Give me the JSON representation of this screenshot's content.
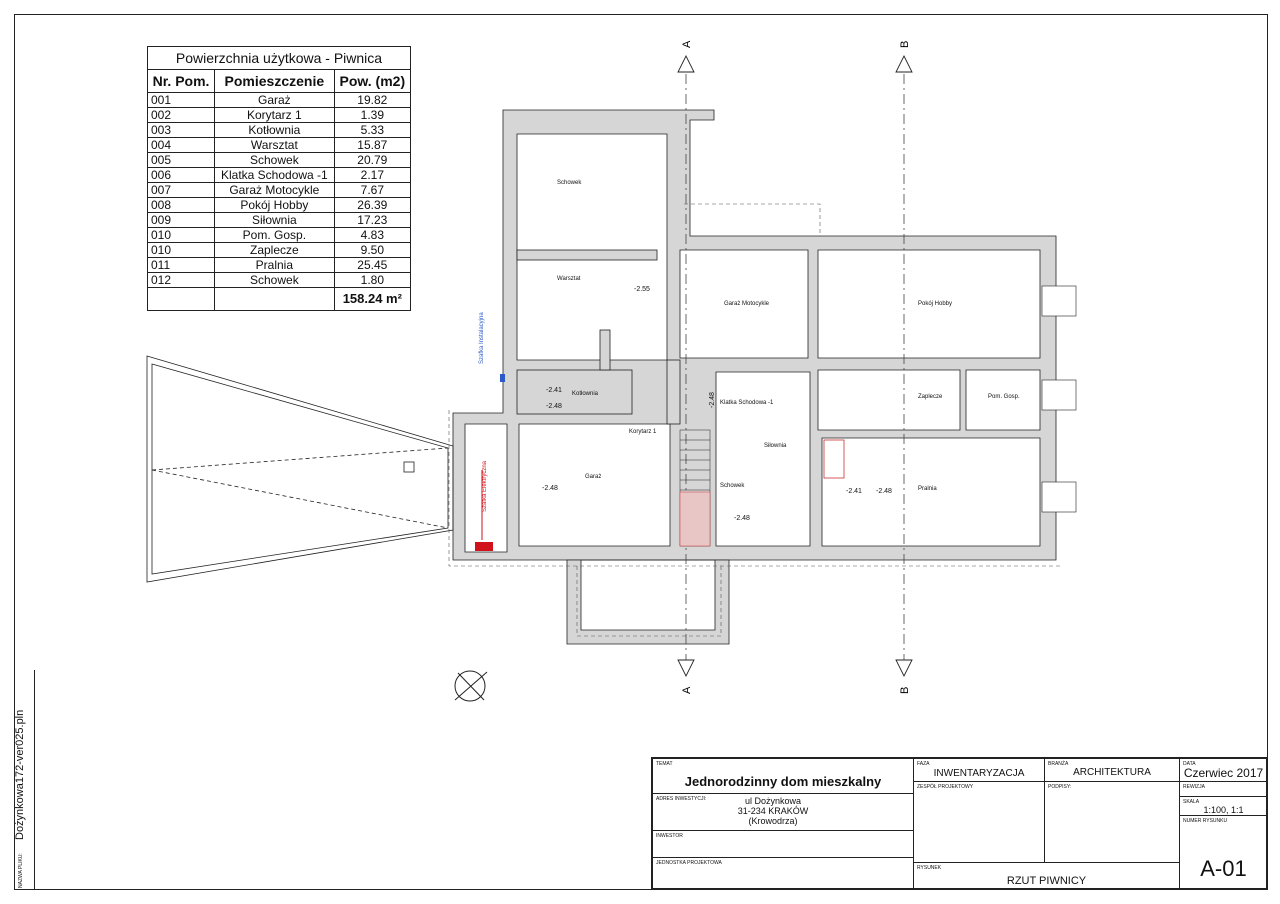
{
  "table": {
    "caption": "Powierzchnia użytkowa - Piwnica",
    "headers": [
      "Nr. Pom.",
      "Pomieszczenie",
      "Pow. (m2)"
    ],
    "rows": [
      [
        "001",
        "Garaż",
        "19.82"
      ],
      [
        "002",
        "Korytarz 1",
        "1.39"
      ],
      [
        "003",
        "Kotłownia",
        "5.33"
      ],
      [
        "004",
        "Warsztat",
        "15.87"
      ],
      [
        "005",
        "Schowek",
        "20.79"
      ],
      [
        "006",
        "Klatka Schodowa -1",
        "2.17"
      ],
      [
        "007",
        "Garaż Motocykle",
        "7.67"
      ],
      [
        "008",
        "Pokój Hobby",
        "26.39"
      ],
      [
        "009",
        "Siłownia",
        "17.23"
      ],
      [
        "010",
        "Pom. Gosp.",
        "4.83"
      ],
      [
        "010",
        "Zaplecze",
        "9.50"
      ],
      [
        "011",
        "Pralnia",
        "25.45"
      ],
      [
        "012",
        "Schowek",
        "1.80"
      ]
    ],
    "total": "158.24 m²"
  },
  "axes": {
    "a": "A",
    "b": "B"
  },
  "plan_labels": {
    "schowek": "Schowek",
    "warsztat": "Warsztat",
    "garaz_moto": "Garaż Motocykle",
    "pokoj_hobby": "Pokój Hobby",
    "kotlownia": "Kotłownia",
    "korytarz": "Korytarz 1",
    "klatka": "Klatka Schodowa -1",
    "silownia": "Siłownia",
    "zaplecze": "Zaplecze",
    "pom_gosp": "Pom. Gosp.",
    "garaz": "Garaż",
    "schowek2": "Schowek",
    "pralnia": "Pralnia",
    "szafka_instal": "Szafka Instalacyjna",
    "szafka_elektr": "Szafka Elektryczna"
  },
  "levels": {
    "l1": "-2.55",
    "l2": "-2.41",
    "l3": "-2.48",
    "l4": "-2.48",
    "l5": "-2.48",
    "l6": "-2.48",
    "l7": "-2.41",
    "l8": "-2.48"
  },
  "side": {
    "label": "NAZWA PLIKU:",
    "file": "Dożynkowa172-ver025.pln"
  },
  "title_block": {
    "temat_label": "TEMAT",
    "temat": "Jednorodzinny dom mieszkalny",
    "adres_label": "ADRES INWESTYCJI:",
    "adres1": "ul Dożynkowa",
    "adres2": "31-234 KRAKÓW",
    "adres3": "(Krowodrza)",
    "inwestor_label": "INWESTOR",
    "jednostka_label": "JEDNOSTKA PROJEKTOWA",
    "faza_label": "FAZA",
    "faza": "INWENTARYZACJA",
    "branza_label": "BRANŻA",
    "branza": "ARCHITEKTURA",
    "zespol_label": "ZESPÓŁ PROJEKTOWY",
    "podpisy_label": "PODPISY:",
    "rysunek_label": "RYSUNEK",
    "rysunek": "RZUT PIWNICY",
    "data_label": "DATA",
    "data": "Czerwiec 2017",
    "rewizja_label": "REWIZJA",
    "skala_label": "SKALA",
    "skala": "1:100, 1:1",
    "numer_label": "NUMER RYSUNKU",
    "numer": "A-01"
  }
}
